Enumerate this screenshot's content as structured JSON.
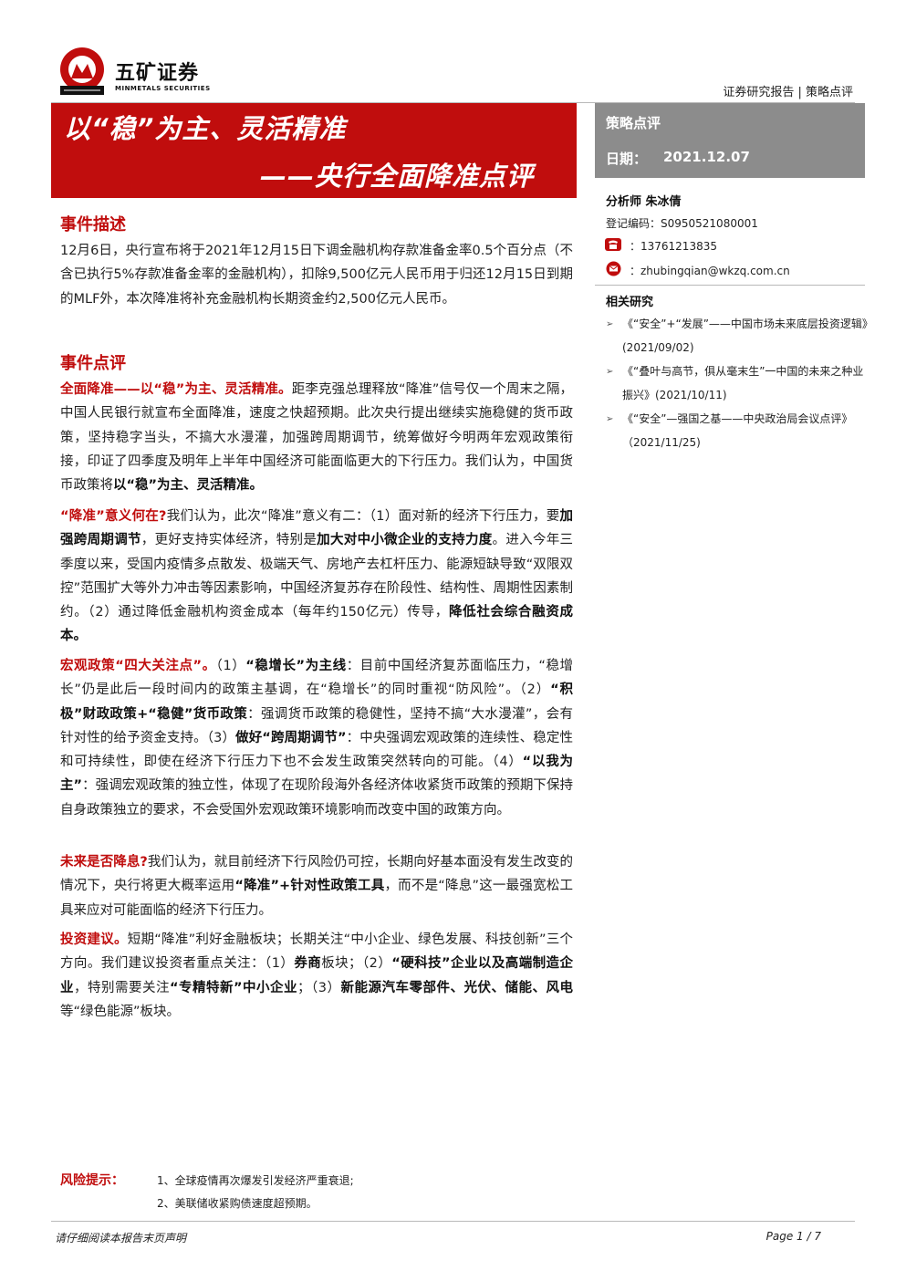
{
  "header": {
    "brand_cn": "五矿证券",
    "brand_en": "MINMETALS SECURITIES",
    "right_text": "证券研究报告 | 策略点评",
    "brand_color": "#c00d0d"
  },
  "banner": {
    "title_line1": "以“稳”为主、灵活精准",
    "title_line2": "——央行全面降准点评"
  },
  "side": {
    "category": "策略点评",
    "date_label": "日期：",
    "date_value": "2021.12.07",
    "analyst": "分析师  朱冰倩",
    "reg": "登记编码：S0950521080001",
    "phone": "：13761213835",
    "email": "：zhubingqian@wkzq.com.cn",
    "related_title": "相关研究",
    "related": [
      "《“安全”+“发展”——中国市场未来底层投资逻辑》(2021/09/02)",
      "《“叠叶与高节，俱从毫末生”一中国的未来之种业振兴》(2021/10/11)",
      "《“安全”—强国之基——中央政治局会议点评》（2021/11/25)"
    ]
  },
  "sections": {
    "event_desc_title": "事件描述",
    "event_desc": "12月6日，央行宣布将于2021年12月15日下调金融机构存款准备金率0.5个百分点（不含已执行5%存款准备金率的金融机构），扣除9,500亿元人民币用于归还12月15日到期的MLF外，本次降准将补充金融机构长期资金约2,500亿元人民币。",
    "event_comment_title": "事件点评",
    "p1": {
      "lead": "全面降准——以“稳”为主、灵活精准。",
      "t1": "距李克强总理释放“降准”信号仅一个周末之隔，中国人民银行就宣布全面降准，速度之快超预期。此次央行提出继续实施稳健的货币政策，坚持稳字当头，不搞大水漫灌，加强跨周期调节，统筹做好今明两年宏观政策衔接，印证了四季度及明年上半年中国经济可能面临更大的下行压力。我们认为，中国货币政策将",
      "b1": "以“稳”为主、灵活精准。"
    },
    "p2": {
      "lead": "“降准”意义何在?",
      "t1": "我们认为，此次“降准”意义有二：（1）面对新的经济下行压力，要",
      "b1": "加强跨周期调节",
      "t2": "，更好支持实体经济，特别是",
      "b2": "加大对中小微企业的支持力度",
      "t3": "。进入今年三季度以来，受国内疫情多点散发、极端天气、房地产去杠杆压力、能源短缺导致“双限双控”范围扩大等外力冲击等因素影响，中国经济复苏存在阶段性、结构性、周期性因素制约。（2）通过降低金融机构资金成本（每年约150亿元）传导，",
      "b3": "降低社会综合融资成本。"
    },
    "p3": {
      "lead": "宏观政策“四大关注点”。",
      "t1": "（1）",
      "b1": "“稳增长”为主线",
      "t2": "：目前中国经济复苏面临压力，“稳增长”仍是此后一段时间内的政策主基调，在“稳增长”的同时重视“防风险”。（2）",
      "b2": "“积极”财政政策+“稳健”货币政策",
      "t3": "：强调货币政策的稳健性，坚持不搞“大水漫灌”，会有针对性的给予资金支持。（3）",
      "b3": "做好“跨周期调节”",
      "t4": "：中央强调宏观政策的连续性、稳定性和可持续性，即使在经济下行压力下也不会发生政策突然转向的可能。（4）",
      "b4": "“以我为主”",
      "t5": "：强调宏观政策的独立性，体现了在现阶段海外各经济体收紧货币政策的预期下保持自身政策独立的要求，不会受国外宏观政策环境影响而改变中国的政策方向。"
    },
    "p4": {
      "lead": "未来是否降息?",
      "t1": "我们认为，就目前经济下行风险仍可控，长期向好基本面没有发生改变的情况下，央行将更大概率运用",
      "b1": "“降准”+针对性政策工具",
      "t2": "，而不是“降息”这一最强宽松工具来应对可能面临的经济下行压力。"
    },
    "p5": {
      "lead": "投资建议。",
      "t1": "短期“降准”利好金融板块；长期关注“中小企业、绿色发展、科技创新”三个方向。我们建议投资者重点关注：（1）",
      "b1": "券商",
      "t2": "板块；（2）",
      "b2": "“硬科技”企业以及高端制造企业",
      "t3": "，特别需要关注",
      "b3": "“专精特新”中小企业",
      "t4": "；（3）",
      "b4": "新能源汽车零部件、光伏、储能、风电",
      "t5": "等“绿色能源”板块。"
    }
  },
  "risk": {
    "title": "风险提示：",
    "items": [
      "1、全球疫情再次爆发引发经济严重衰退;",
      "2、美联储收紧购债速度超预期。"
    ]
  },
  "footer": {
    "disclaimer": "请仔细阅读本报告末页声明",
    "page": "Page 1 / 7"
  }
}
